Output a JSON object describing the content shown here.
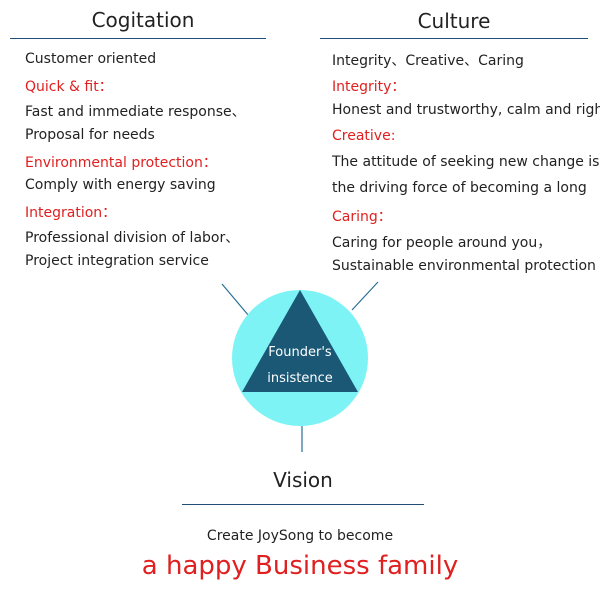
{
  "cogitation": {
    "title": "Cogitation",
    "lines": [
      {
        "text": "Customer oriented",
        "color": "dark"
      },
      {
        "text": "Quick & fit：",
        "color": "red"
      },
      {
        "text": "Fast and immediate response、",
        "color": "dark"
      },
      {
        "text": "Proposal for needs",
        "color": "dark"
      },
      {
        "text": "Environmental protection：",
        "color": "red"
      },
      {
        "text": "Comply with energy saving",
        "color": "dark"
      },
      {
        "text": "Integration：",
        "color": "red"
      },
      {
        "text": "Professional division of labor、",
        "color": "dark"
      },
      {
        "text": "Project integration service",
        "color": "dark"
      }
    ]
  },
  "culture": {
    "title": "Culture",
    "lines": [
      {
        "text": "Integrity、Creative、Caring",
        "color": "dark"
      },
      {
        "text": "Integrity：",
        "color": "red"
      },
      {
        "text": "Honest and trustworthy, calm and right",
        "color": "dark"
      },
      {
        "text": "Creative:",
        "color": "red"
      },
      {
        "text": "The attitude of seeking new change is",
        "color": "dark"
      },
      {
        "text": "the driving force of becoming a long",
        "color": "dark"
      },
      {
        "text": "Caring：",
        "color": "red"
      },
      {
        "text": "Caring for people around you，",
        "color": "dark"
      },
      {
        "text": "Sustainable environmental protection",
        "color": "dark"
      }
    ]
  },
  "center": {
    "line1": "Founder's",
    "line2": "insistence"
  },
  "vision": {
    "title": "Vision",
    "subtitle": "Create JoySong to become",
    "tagline": "a happy Business family"
  },
  "colors": {
    "circle": "#7df3f5",
    "triangle": "#1a5876",
    "rule": "#1f4e79",
    "red": "#e02020",
    "connector": "#2a6f96"
  }
}
